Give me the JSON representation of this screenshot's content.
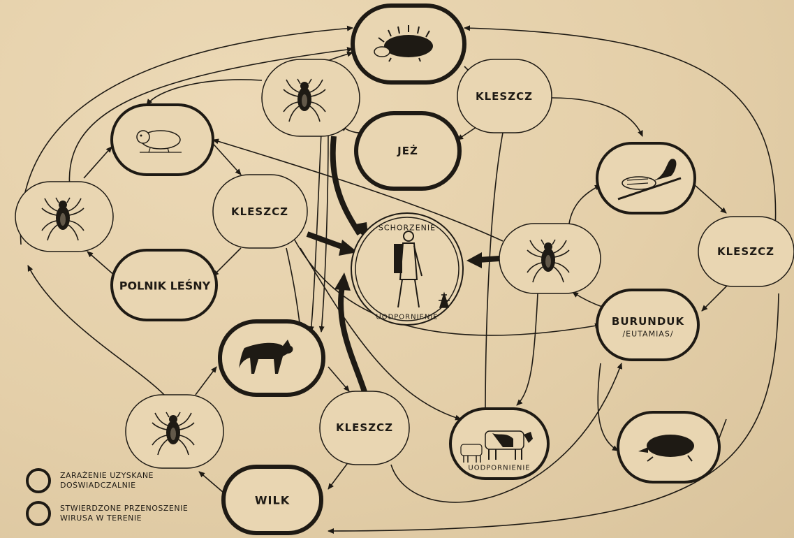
{
  "nodes": {
    "kleszcz_top": "KLESZCZ",
    "jez": "JEŻ",
    "kleszcz_left": "KLESZCZ",
    "polnik": "POLNIK LEŚNY",
    "kleszcz_right": "KLESZCZ",
    "burunduk_line1": "BURUNDUK",
    "burunduk_line2": "/EUTAMIAS/",
    "kleszcz_bottom": "KLESZCZ",
    "wilk": "WILK"
  },
  "center": {
    "top_text": "SCHORZENIE",
    "bottom_text": "UODPORNIENIE"
  },
  "cattle_caption": "UODPORNIENIE",
  "legend": {
    "experimental_line1": "ZARAŻENIE UZYSKANE",
    "experimental_line2": "DOŚWIADCZALNIE",
    "field_line1": "STWIERDZONE PRZENOSZENIE",
    "field_line2": "WIRUSA W TERENIE"
  },
  "icons": {
    "hedgehog": "hedgehog-icon",
    "tick": "tick-icon",
    "vole": "vole-icon",
    "chipmunk": "chipmunk-icon",
    "wolf": "wolf-icon",
    "cattle": "cattle-icon",
    "mole": "mole-icon",
    "human": "human-icon"
  }
}
